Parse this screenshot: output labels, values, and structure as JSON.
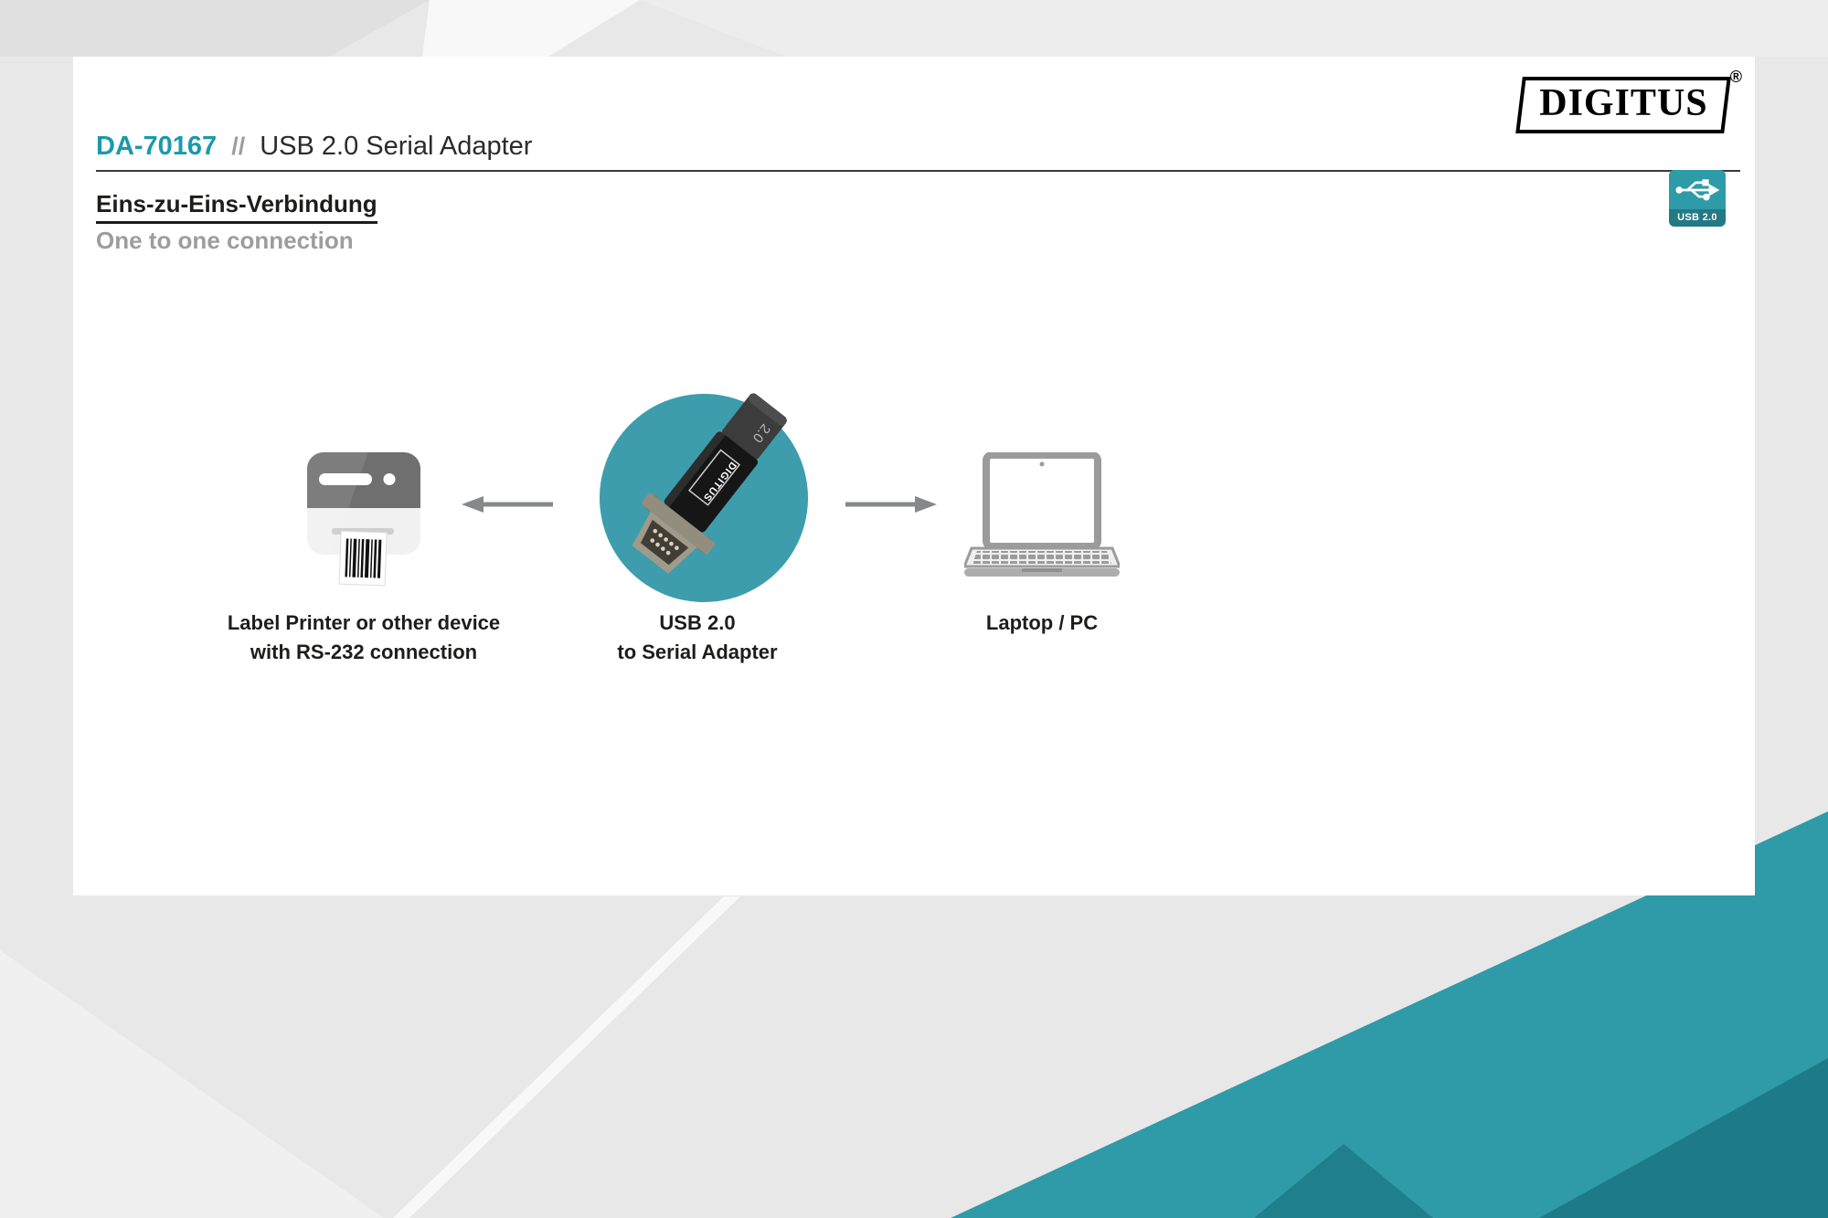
{
  "brand": {
    "name": "DIGITUS",
    "registered": "®"
  },
  "header": {
    "model": "DA-70167",
    "separator": "//",
    "product": "USB 2.0 Serial Adapter"
  },
  "section": {
    "title_de": "Eins-zu-Eins-Verbindung",
    "title_en": "One to one connection"
  },
  "usb_badge": {
    "label": "USB 2.0"
  },
  "diagram": {
    "printer": {
      "caption_line1": "Label Printer or other device",
      "caption_line2": "with RS-232 connection"
    },
    "adapter": {
      "caption_line1": "USB 2.0",
      "caption_line2": "to Serial Adapter",
      "body_label": "DIGITUS",
      "cap_label": "2.0"
    },
    "laptop": {
      "caption": "Laptop / PC"
    }
  },
  "colors": {
    "accent_teal": "#2f9aa8",
    "circle_teal": "#3d9dac",
    "dark_text": "#1d1d1b",
    "gray_text": "#9d9d9c"
  }
}
